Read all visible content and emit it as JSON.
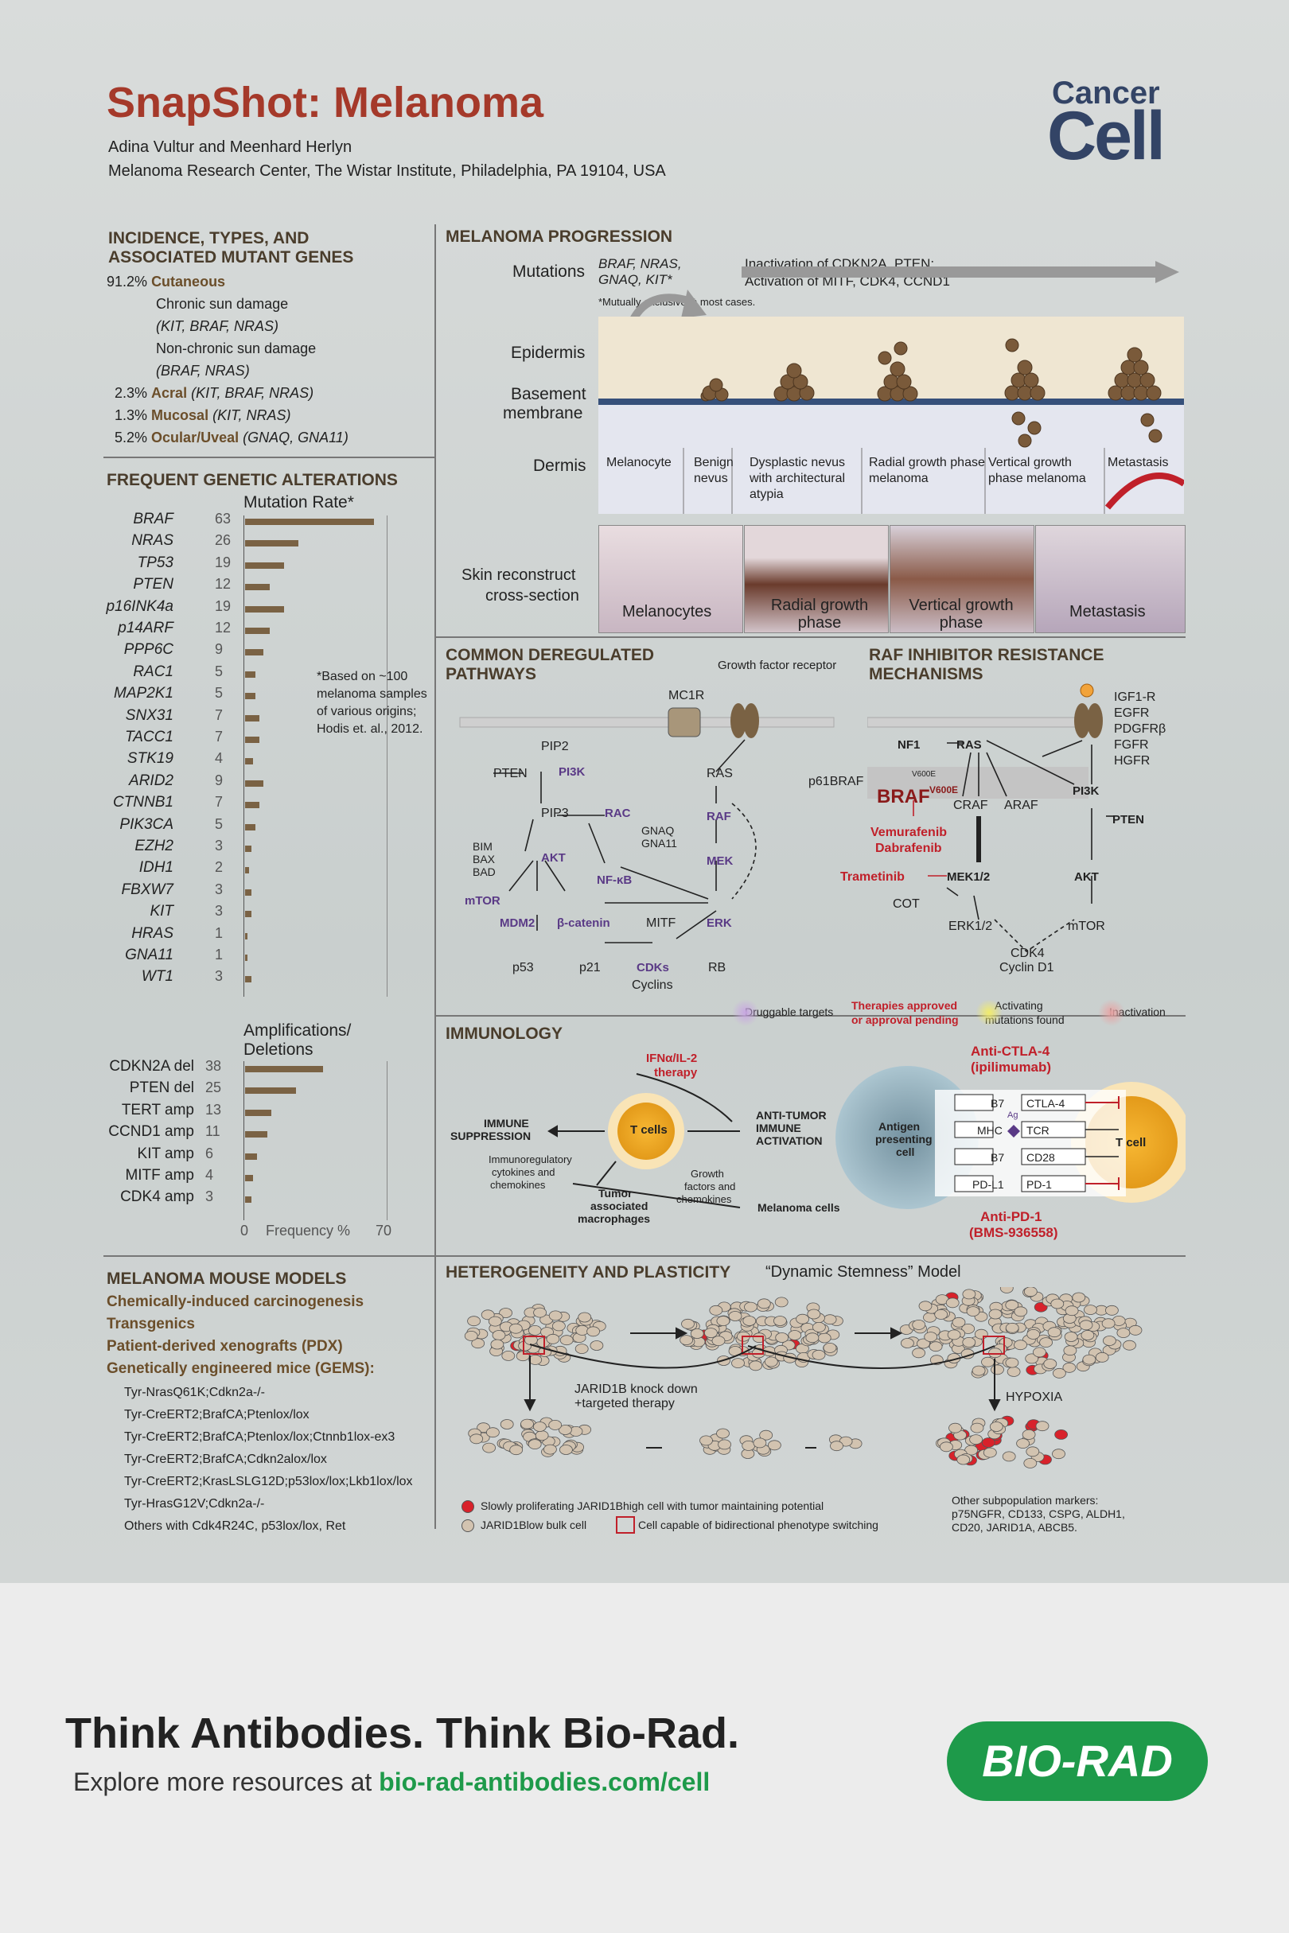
{
  "header": {
    "title": "SnapShot: Melanoma",
    "authors": "Adina Vultur and Meenhard Herlyn",
    "affiliation": "Melanoma Research Center, The Wistar Institute, Philadelphia, PA 19104, USA",
    "journal_line1": "Cancer",
    "journal_line2": "Cell"
  },
  "incidence": {
    "heading1": "INCIDENCE, TYPES, AND",
    "heading2": "ASSOCIATED MUTANT GENES",
    "cut_pct": "91.2%",
    "cut_name": "Cutaneous",
    "chronic": "Chronic sun damage",
    "chronic_genes": "(KIT, BRAF, NRAS)",
    "nonchronic": "Non-chronic sun damage",
    "nonchronic_genes": "(BRAF, NRAS)",
    "acral_pct": "2.3%",
    "acral": "Acral",
    "acral_genes": "(KIT, BRAF, NRAS)",
    "mucosal_pct": "1.3%",
    "mucosal": "Mucosal",
    "mucosal_genes": "(KIT, NRAS)",
    "ocular_pct": "5.2%",
    "ocular": "Ocular/Uveal",
    "ocular_genes": "(GNAQ, GNA11)"
  },
  "alterations": {
    "heading": "FREQUENT GENETIC ALTERATIONS",
    "mutation_rate": "Mutation Rate*",
    "note": "*Based on ~100 melanoma samples of various origins; Hodis et. al., 2012.",
    "amp_heading1": "Amplifications/",
    "amp_heading2": "Deletions",
    "axis_min": "0",
    "axis_label": "Frequency %",
    "axis_max": "70"
  },
  "chart_data": [
    {
      "type": "bar",
      "ylabel": "Mutation Rate*",
      "categories": [
        "BRAF",
        "NRAS",
        "TP53",
        "PTEN",
        "p16INK4a",
        "p14ARF",
        "PPP6C",
        "RAC1",
        "MAP2K1",
        "SNX31",
        "TACC1",
        "STK19",
        "ARID2",
        "CTNNB1",
        "PIK3CA",
        "EZH2",
        "IDH1",
        "FBXW7",
        "KIT",
        "HRAS",
        "GNA11",
        "WT1"
      ],
      "values": [
        63,
        26,
        19,
        12,
        19,
        12,
        9,
        5,
        5,
        7,
        7,
        4,
        9,
        7,
        5,
        3,
        2,
        3,
        3,
        1,
        1,
        3
      ],
      "xlim": [
        0,
        70
      ]
    },
    {
      "type": "bar",
      "ylabel": "Amplifications/Deletions",
      "categories": [
        "CDKN2A del",
        "PTEN del",
        "TERT amp",
        "CCND1 amp",
        "KIT amp",
        "MITF amp",
        "CDK4 amp"
      ],
      "values": [
        38,
        25,
        13,
        11,
        6,
        4,
        3
      ],
      "xlabel": "Frequency %",
      "xlim": [
        0,
        70
      ]
    }
  ],
  "progression": {
    "heading": "MELANOMA PROGRESSION",
    "mutations_label": "Mutations",
    "mutations_genes": "BRAF, NRAS, GNAQ, KIT*",
    "mutually": "*Mutually exclusive in most cases.",
    "inactivation1": "Inactivation of CDKN2A, PTEN;",
    "inactivation2": "Activation of MITF, CDK4, CCND1",
    "epidermis": "Epidermis",
    "basement1": "Basement",
    "basement2": "membrane",
    "dermis": "Dermis",
    "stages": [
      "Melanocyte",
      "Benign nevus",
      "Dysplastic nevus with architectural atypia",
      "Radial growth phase melanoma",
      "Vertical growth phase melanoma",
      "Metastasis"
    ],
    "skin1": "Skin reconstruct",
    "skin2": "cross-section",
    "photos": [
      "Melanocytes",
      "Radial growth phase",
      "Vertical growth phase",
      "Metastasis"
    ]
  },
  "pathways": {
    "heading1": "COMMON DEREGULATED",
    "heading2": "PATHWAYS",
    "nodes": {
      "mc1r": "MC1R",
      "gfr": "Growth factor receptor",
      "pip2": "PIP2",
      "pten": "PTEN",
      "pi3k": "PI3K",
      "ras": "RAS",
      "pip3": "PIP3",
      "rac": "RAC",
      "raf": "RAF",
      "gnaq": "GNAQ",
      "gna11": "GNA11",
      "mek": "MEK",
      "bim": "BIM",
      "bax": "BAX",
      "bad": "BAD",
      "akt": "AKT",
      "nfkb": "NF-κB",
      "mtor": "mTOR",
      "mdm2": "MDM2",
      "bcat": "β-catenin",
      "mitf": "MITF",
      "erk": "ERK",
      "p53": "p53",
      "p21": "p21",
      "cdks": "CDKs",
      "rb": "RB",
      "cyclins": "Cyclins"
    }
  },
  "raf": {
    "heading1": "RAF INHIBITOR RESISTANCE",
    "heading2": "MECHANISMS",
    "receptors": [
      "IGF1-R",
      "EGFR",
      "PDGFRβ",
      "FGFR",
      "HGFR"
    ],
    "nf1": "NF1",
    "ras": "RAS",
    "p61": "p61BRAF",
    "p61sup": "V600E",
    "braf": "BRAF",
    "brafsup": "V600E",
    "craf": "CRAF",
    "araf": "ARAF",
    "pi3k": "PI3K",
    "pten": "PTEN",
    "vem": "Vemurafenib",
    "dab": "Dabrafenib",
    "tram": "Trametinib",
    "mek": "MEK1/2",
    "akt": "AKT",
    "cot": "COT",
    "erk": "ERK1/2",
    "mtor": "mTOR",
    "cdk4": "CDK4",
    "cycd1": "Cyclin D1"
  },
  "legend": {
    "drug": "Druggable targets",
    "ther1": "Therapies approved",
    "ther2": "or approval pending",
    "act1": "Activating",
    "act2": "mutations found",
    "inact": "Inactivation"
  },
  "immunology": {
    "heading": "IMMUNOLOGY",
    "ifn1": "IFNα/IL-2",
    "ifn2": "therapy",
    "supp1": "IMMUNE",
    "supp2": "SUPPRESSION",
    "tcells": "T cells",
    "anti1": "ANTI-TUMOR",
    "anti2": "IMMUNE",
    "anti3": "ACTIVATION",
    "immreg1": "Immunoregulatory",
    "immreg2": "cytokines and",
    "immreg3": "chemokines",
    "tam1": "Tumor",
    "tam2": "associated",
    "tam3": "macrophages",
    "gf1": "Growth",
    "gf2": "factors and",
    "gf3": "chemokines",
    "melcells": "Melanoma cells",
    "ctla1": "Anti-CTLA-4",
    "ctla2": "(ipilimumab)",
    "apc1": "Antigen",
    "apc2": "presenting",
    "apc3": "cell",
    "b7": "B7",
    "ctla4": "CTLA-4",
    "ag": "Ag",
    "mhc": "MHC",
    "tcr": "TCR",
    "b7b": "B7",
    "cd28": "CD28",
    "pdl1": "PD-L1",
    "pd1": "PD-1",
    "tcell": "T cell",
    "pd1a": "Anti-PD-1",
    "pd1b": "(BMS-936558)"
  },
  "mouse": {
    "heading": "MELANOMA MOUSE MODELS",
    "items": [
      "Chemically-induced carcinogenesis",
      "Transgenics",
      "Patient-derived xenografts (PDX)",
      "Genetically engineered mice (GEMS):"
    ],
    "models": [
      "Tyr-NrasQ61K;Cdkn2a-/-",
      "Tyr-CreERT2;BrafCA;Ptenlox/lox",
      "Tyr-CreERT2;BrafCA;Ptenlox/lox;Ctnnb1lox-ex3",
      "Tyr-CreERT2;BrafCA;Cdkn2alox/lox",
      "Tyr-CreERT2;KrasLSLG12D;p53lox/lox;Lkb1lox/lox",
      "Tyr-HrasG12V;Cdkn2a-/-",
      "Others with Cdk4R24C, p53lox/lox, Ret"
    ]
  },
  "hetero": {
    "heading": "HETEROGENEITY AND PLASTICITY",
    "model": "“Dynamic Stemness” Model",
    "kd1": "JARID1B knock down",
    "kd2": "+targeted therapy",
    "hypoxia": "HYPOXIA",
    "leg1": "Slowly proliferating JARID1Bhigh cell with tumor maintaining potential",
    "leg2": "JARID1Blow bulk cell",
    "leg3": "Cell capable of bidirectional phenotype switching",
    "other1": "Other subpopulation markers:",
    "other2": "p75NGFR, CD133, CSPG, ALDH1,",
    "other3": "CD20, JARID1A, ABCB5."
  },
  "footer": {
    "headline": "Think Antibodies. Think Bio-Rad.",
    "explore": "Explore more resources at ",
    "url": "bio-rad-antibodies.com/cell",
    "logo": "BIO-RAD"
  },
  "colors": {
    "title": "#a5392a",
    "brown": "#6b4e2a",
    "bar": "#7a6244",
    "green": "#1e9a4a",
    "journal": "#334466"
  }
}
